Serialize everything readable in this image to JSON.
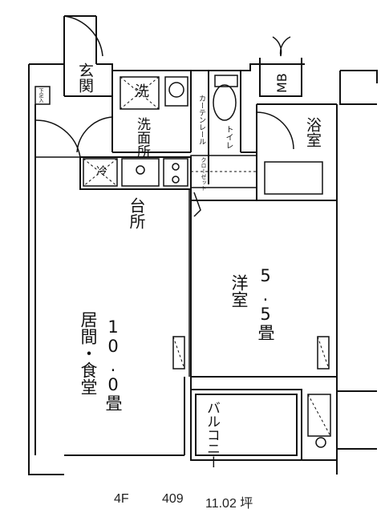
{
  "rooms": {
    "entrance": "玄関",
    "entrance_cabinet": "下足入",
    "washroom": "洗面所",
    "washer": "洗",
    "toilet": "トイレ",
    "bath": "浴室",
    "meter_box": "MB",
    "curtain_rail": "カーテンレール",
    "closet": "クローゼット",
    "fridge": "冷",
    "kitchen": "台所",
    "western_room": "洋室",
    "western_room_size": "5.5畳",
    "living_dining": "居間・食堂",
    "living_dining_size": "10.0畳",
    "balcony": "バルコニー"
  },
  "footer": {
    "floor": "4F",
    "room_number": "409",
    "area": "11.02 坪"
  }
}
